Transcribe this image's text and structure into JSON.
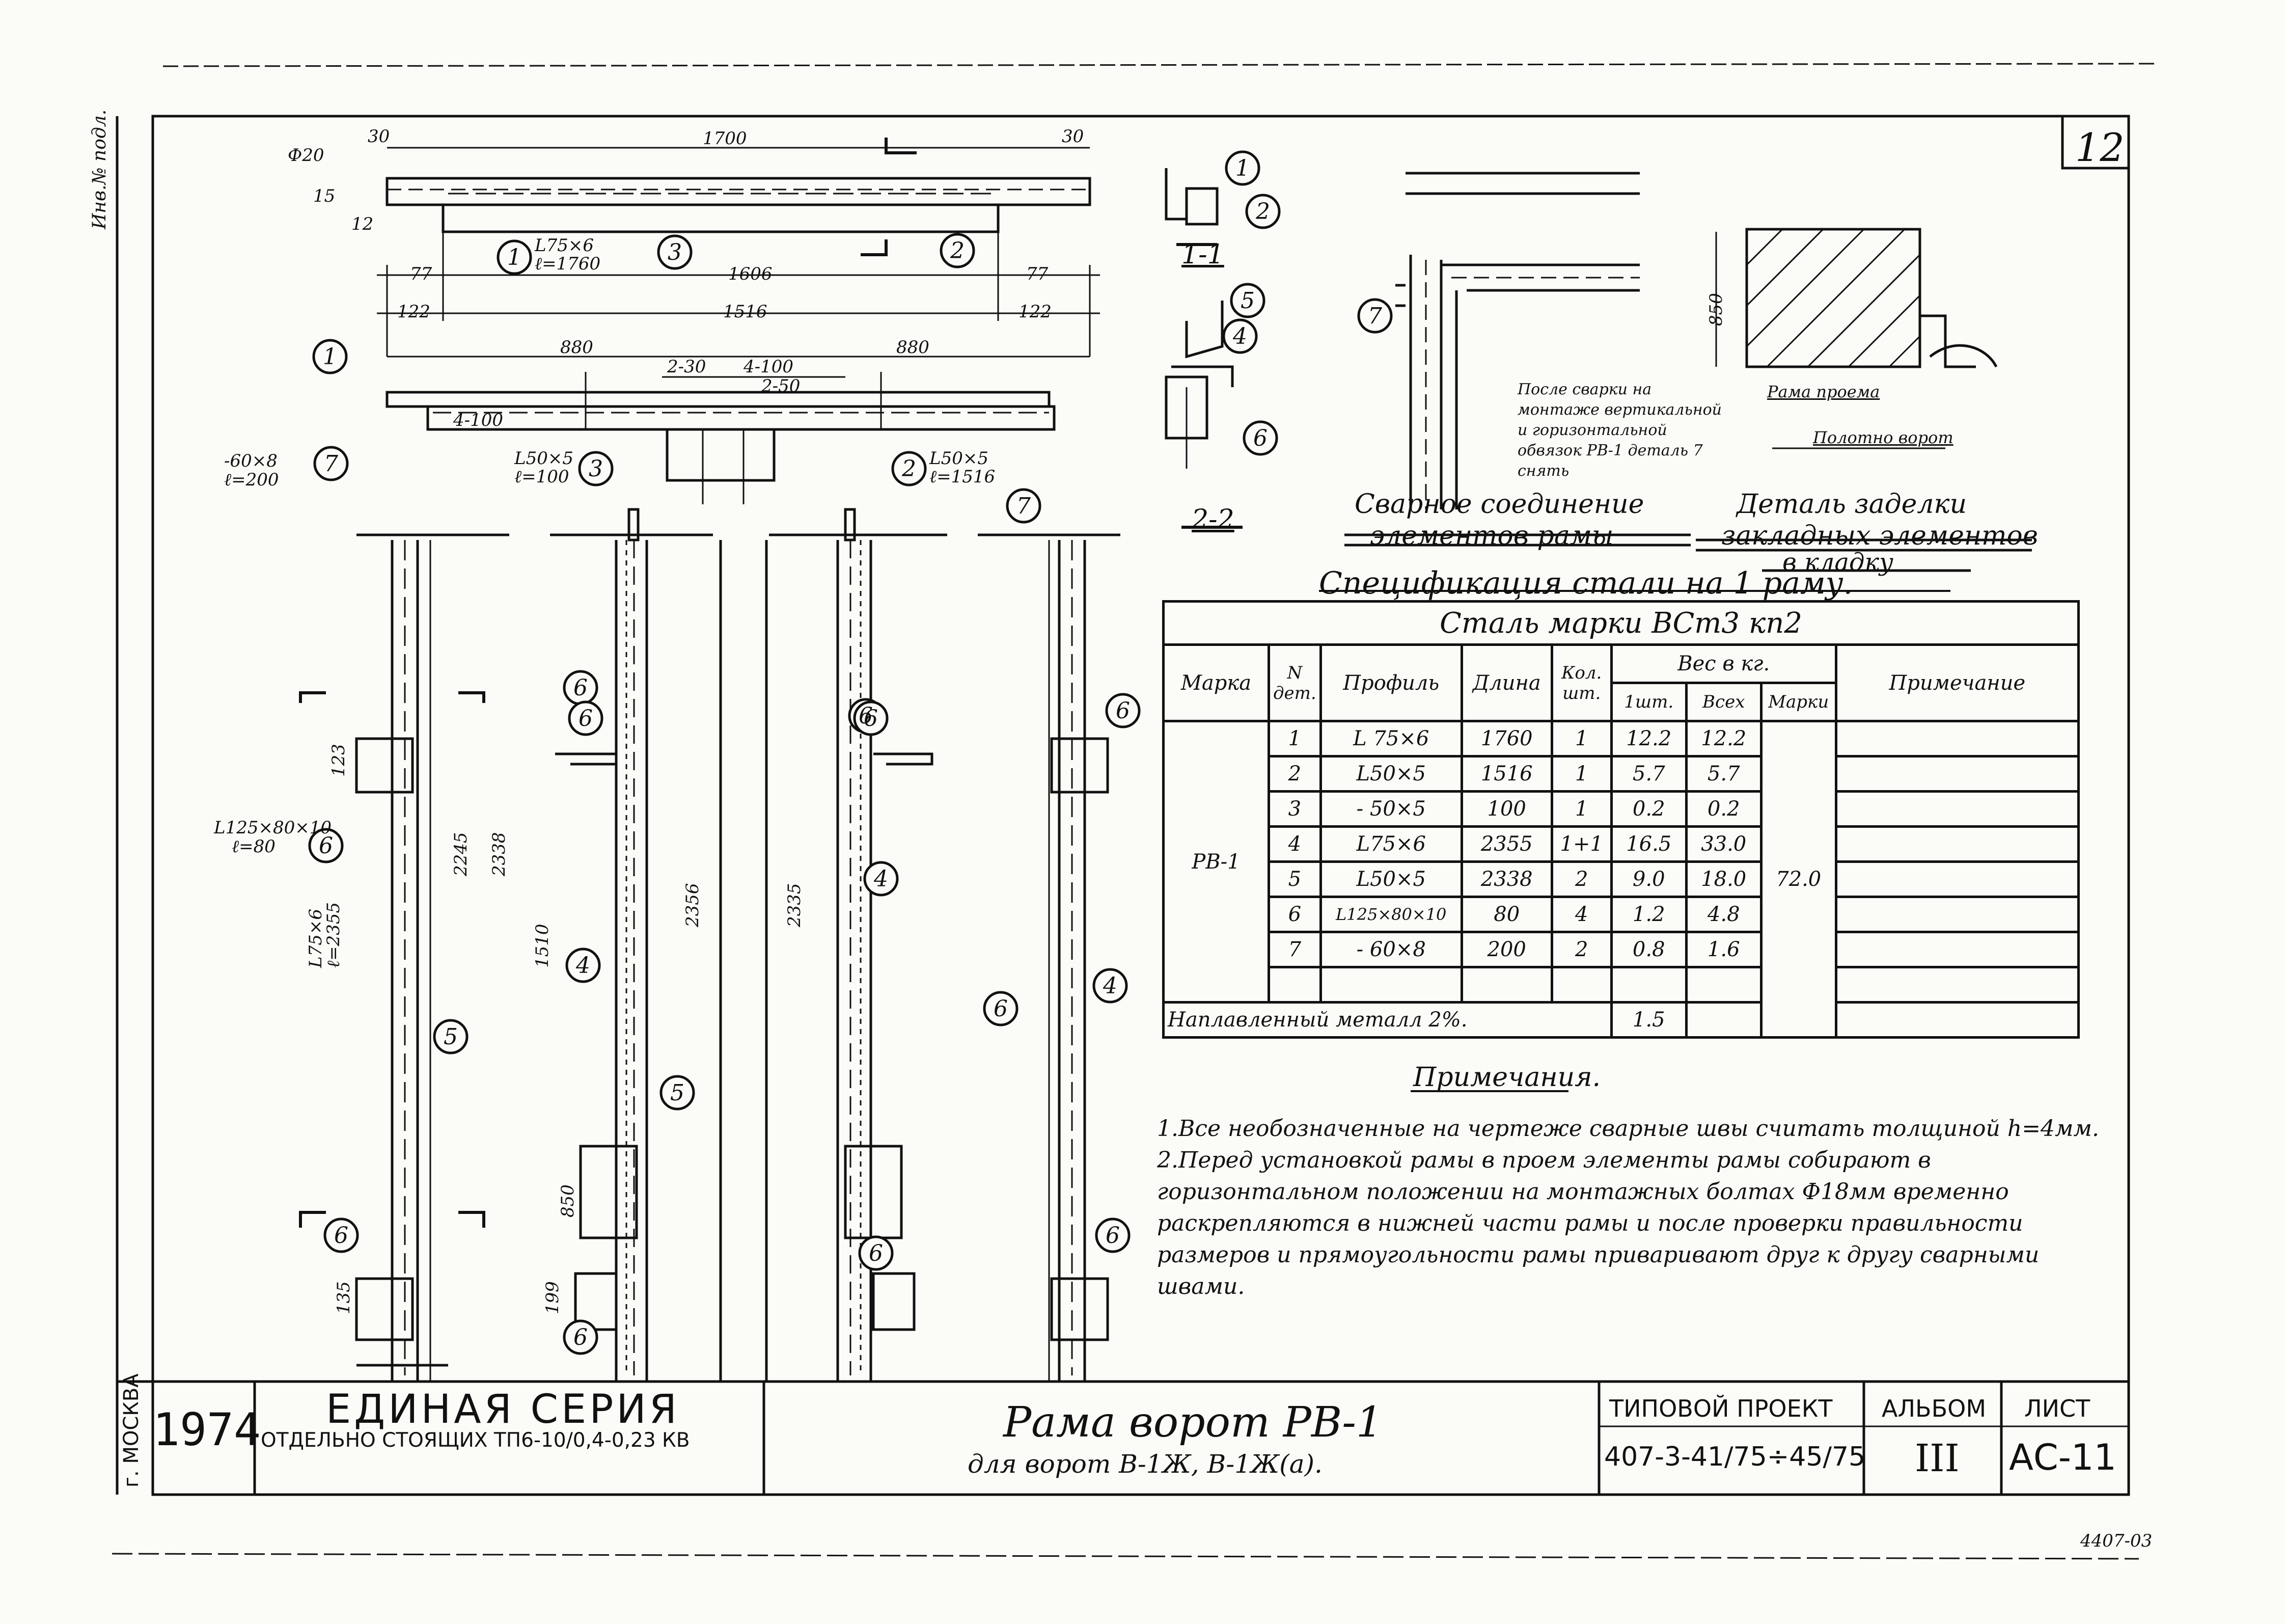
{
  "sheet_corner_number": "12",
  "stamp_left": "Инв.№ подл.",
  "city": "г. МОСКВА",
  "year": "1974",
  "series_title": "ЕДИНАЯ СЕРИЯ",
  "series_subtitle": "ОТДЕЛЬНО СТОЯЩИХ ТП6-10/0,4-0,23 КВ",
  "drawing_title": "Рама ворот РВ-1",
  "drawing_subtitle": "для ворот В-1Ж, В-1Ж(а).",
  "project_label": "ТИПОВОЙ ПРОЕКТ",
  "project_number": "407-3-41/75÷45/75",
  "album_label": "АЛЬБОМ",
  "album_number": "III",
  "sheet_label": "ЛИСТ",
  "sheet_number": "АС-11",
  "bottom_code": "4407-03",
  "section_1_label": "1-1",
  "section_2_label": "2-2",
  "weld_title_1": "Сварное соединение",
  "weld_title_2": "элементов рамы",
  "detail_title_1": "Деталь заделки",
  "detail_title_2": "закладных элементов",
  "detail_title_3": "в кладку",
  "weld_note": "После сварки на монтаже вертикальной и горизонтальной обвязок РВ-1 деталь 7 снять",
  "frame_label": "Рама проема",
  "gate_label": "Полотно ворот",
  "dim_850": "850",
  "top_dims": {
    "d30a": "30",
    "d1700": "1700",
    "d30b": "30",
    "d20": "Ф20",
    "d15": "15",
    "d12": "12",
    "d77a": "77",
    "d1606": "1606",
    "d77b": "77",
    "d122a": "122",
    "d1516": "1516",
    "d122b": "122",
    "d880a": "880",
    "d230": "2-30",
    "d4100": "4-100",
    "d250": "2-50",
    "d880b": "880",
    "p1": "L75×6",
    "p1b": "ℓ=1760",
    "p3": "L50×5",
    "p3b": "ℓ=100",
    "p2": "L50×5",
    "p2b": "ℓ=1516",
    "p4100": "4-100",
    "p7": "-60×8",
    "p7b": "ℓ=200"
  },
  "left_profile": {
    "a": "L125×80×10",
    "b": "ℓ=80",
    "c": "L75×6",
    "d": "ℓ=2355",
    "e": "2245",
    "f": "2338",
    "g": "1510",
    "h": "2356",
    "i": "2335",
    "j": "123",
    "k": "135",
    "l": "199"
  },
  "spec_title": "Спецификация стали на 1 раму.",
  "spec": {
    "steel_header": "Сталь марки ВСт3 кп2",
    "h_mark": "Марка",
    "h_num": "N дет.",
    "h_profile": "Профиль",
    "h_length": "Длина",
    "h_qty": "Кол. шт.",
    "h_weight": "Вес в кг.",
    "h_w1": "1шт.",
    "h_wall": "Всех",
    "h_wmark": "Марки",
    "h_note": "Примечание",
    "mark": "РВ-1",
    "total_mark_weight": "72.0",
    "rows": [
      {
        "n": "1",
        "profile": "L 75×6",
        "length": "1760",
        "qty": "1",
        "w1": "12.2",
        "wall": "12.2"
      },
      {
        "n": "2",
        "profile": "L50×5",
        "length": "1516",
        "qty": "1",
        "w1": "5.7",
        "wall": "5.7"
      },
      {
        "n": "3",
        "profile": "- 50×5",
        "length": "100",
        "qty": "1",
        "w1": "0.2",
        "wall": "0.2"
      },
      {
        "n": "4",
        "profile": "L75×6",
        "length": "2355",
        "qty": "1+1",
        "w1": "16.5",
        "wall": "33.0"
      },
      {
        "n": "5",
        "profile": "L50×5",
        "length": "2338",
        "qty": "2",
        "w1": "9.0",
        "wall": "18.0"
      },
      {
        "n": "6",
        "profile": "L125×80×10",
        "length": "80",
        "qty": "4",
        "w1": "1.2",
        "wall": "4.8"
      },
      {
        "n": "7",
        "profile": "- 60×8",
        "length": "200",
        "qty": "2",
        "w1": "0.8",
        "wall": "1.6"
      },
      {
        "n": "",
        "profile": "",
        "length": "",
        "qty": "",
        "w1": "",
        "wall": ""
      }
    ],
    "weld_metal": "Наплавленный металл 2%.",
    "weld_metal_weight": "1.5"
  },
  "notes_title": "Примечания.",
  "notes": [
    "1.Все необозначенные на чертеже сварные швы считать толщиной h=4мм.",
    "2.Перед установкой рамы в проем элементы рамы собирают в горизонтальном положении на монтажных болтах Ф18мм временно раскрепляются в нижней части рамы и после проверки правильности размеров и прямоугольности рамы приваривают друг к другу сварными швами."
  ],
  "callouts": [
    "1",
    "2",
    "3",
    "4",
    "5",
    "6",
    "7"
  ]
}
